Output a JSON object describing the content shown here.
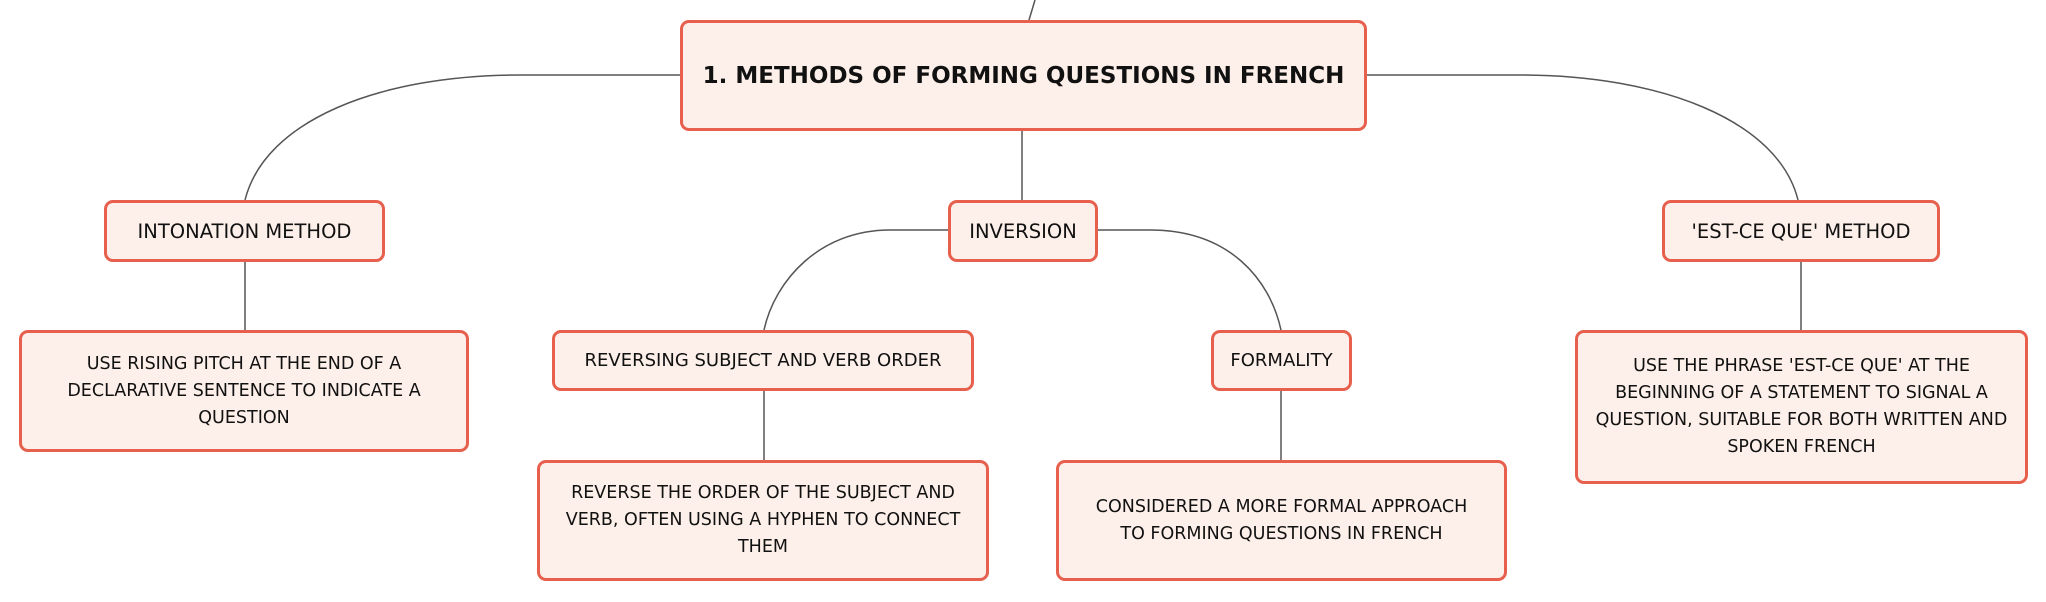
{
  "colors": {
    "node_fill": "#fdefe9",
    "node_border": "#e75f4d",
    "connector": "#555555",
    "text": "#111111"
  },
  "main_topic": {
    "label": "1. METHODS OF FORMING QUESTIONS IN FRENCH"
  },
  "branches": [
    {
      "label": "INTONATION METHOD",
      "detail": "USE RISING PITCH AT THE END OF A DECLARATIVE SENTENCE TO INDICATE A QUESTION"
    },
    {
      "label": "INVERSION",
      "children": [
        {
          "label": "REVERSING SUBJECT AND VERB ORDER",
          "detail": "REVERSE THE ORDER OF THE SUBJECT AND VERB, OFTEN USING A HYPHEN TO CONNECT THEM"
        },
        {
          "label": "FORMALITY",
          "detail": "CONSIDERED A MORE FORMAL APPROACH TO FORMING QUESTIONS IN FRENCH"
        }
      ]
    },
    {
      "label": "'EST-CE QUE' METHOD",
      "detail": "USE THE PHRASE 'EST-CE QUE' AT THE BEGINNING OF A STATEMENT TO SIGNAL A QUESTION, SUITABLE FOR BOTH WRITTEN AND SPOKEN FRENCH"
    }
  ]
}
